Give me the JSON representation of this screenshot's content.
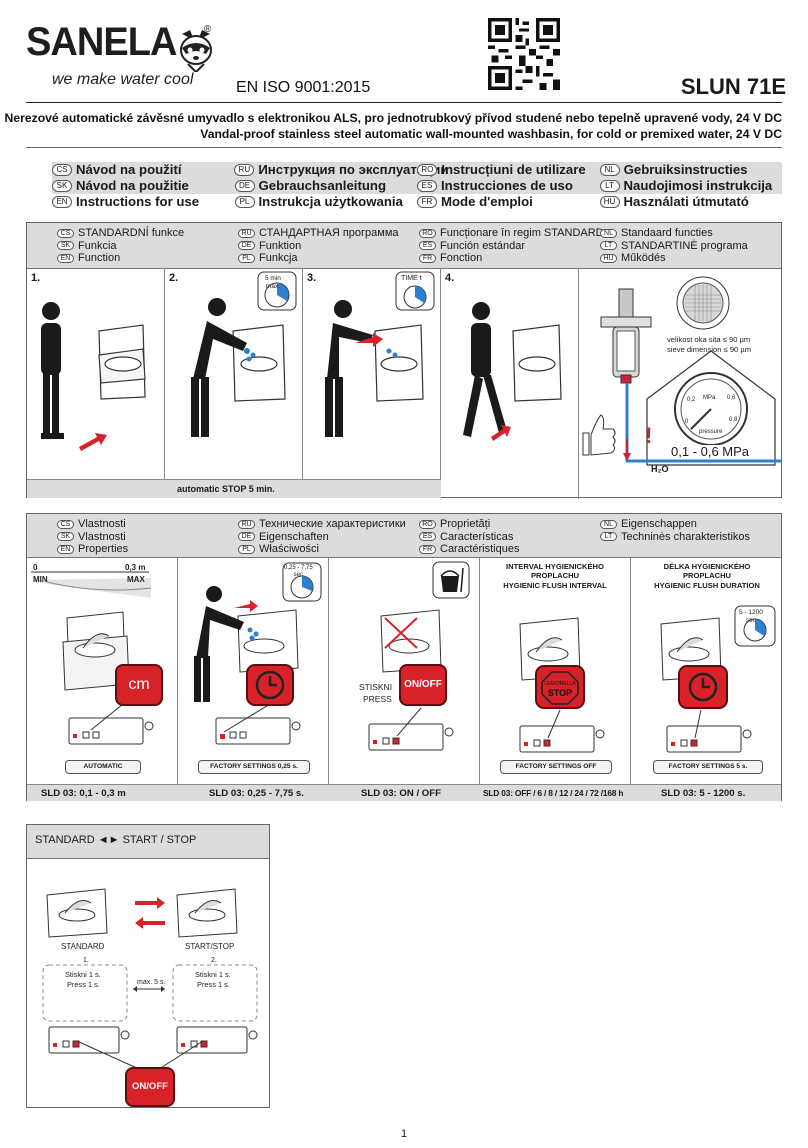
{
  "header": {
    "brand": "SANELA",
    "slogan": "we make water cool",
    "reg_mark": "®",
    "iso": "EN ISO 9001:2015",
    "model": "SLUN 71E",
    "subtitle_cs": "Nerezové automatické závěsné umyvadlo s elektronikou ALS, pro jednotrubkový přívod studené nebo tepelně upravené vody, 24 V DC",
    "subtitle_en": "Vandal-proof stainless steel automatic wall-mounted washbasin, for cold or premixed water, 24 V DC"
  },
  "languages": [
    [
      {
        "code": "CS",
        "label": "Návod na použití"
      },
      {
        "code": "RU",
        "label": "Инструкция по эксплуатации"
      },
      {
        "code": "RO",
        "label": "Instrucțiuni de utilizare"
      },
      {
        "code": "NL",
        "label": "Gebruiksinstructies"
      }
    ],
    [
      {
        "code": "SK",
        "label": "Návod na použitie"
      },
      {
        "code": "DE",
        "label": "Gebrauchsanleitung"
      },
      {
        "code": "ES",
        "label": "Instrucciones de uso"
      },
      {
        "code": "LT",
        "label": "Naudojimosi instrukcija"
      }
    ],
    [
      {
        "code": "EN",
        "label": "Instructions for use"
      },
      {
        "code": "PL",
        "label": "Instrukcja użytkowania"
      },
      {
        "code": "FR",
        "label": "Mode d'emploi"
      },
      {
        "code": "HU",
        "label": "Használati útmutató"
      }
    ]
  ],
  "function_section": {
    "headings": [
      [
        {
          "code": "CS",
          "label": "STANDARDNÍ funkce"
        },
        {
          "code": "RU",
          "label": "СТАНДАРТНАЯ программа"
        },
        {
          "code": "RO",
          "label": "Funcționare în regim STANDARD"
        },
        {
          "code": "NL",
          "label": "Standaard functies"
        }
      ],
      [
        {
          "code": "SK",
          "label": "Funkcia"
        },
        {
          "code": "DE",
          "label": "Funktion"
        },
        {
          "code": "ES",
          "label": "Función estándar"
        },
        {
          "code": "LT",
          "label": "STANDARTINĖ programa"
        }
      ],
      [
        {
          "code": "EN",
          "label": "Function"
        },
        {
          "code": "PL",
          "label": "Funkcja"
        },
        {
          "code": "FR",
          "label": "Fonction"
        },
        {
          "code": "HU",
          "label": "Működés"
        }
      ]
    ],
    "step_numbers": [
      "1.",
      "2.",
      "3.",
      "4."
    ],
    "timer_2": "5 min\nmax.",
    "timer_3": "TIME t",
    "auto_stop": "automatic STOP 5 min.",
    "sieve_cs": "velikost oka sita ≤ 90 µm",
    "sieve_en": "sieve dimension ≤ 90 µm",
    "pressure": "0,1 - 0,6 MPa",
    "gauge_unit": "MPa",
    "gauge_label": "pressure",
    "gauge_ticks": [
      "0",
      "0,6",
      "0,8",
      "0,2"
    ],
    "water": "H₂O",
    "warning": "!"
  },
  "properties_section": {
    "headings": [
      [
        {
          "code": "CS",
          "label": "Vlastnosti"
        },
        {
          "code": "RU",
          "label": "Технические характеристики"
        },
        {
          "code": "RO",
          "label": "Proprietăți"
        },
        {
          "code": "NL",
          "label": "Eigenschappen"
        }
      ],
      [
        {
          "code": "SK",
          "label": "Vlastnosti"
        },
        {
          "code": "DE",
          "label": "Eigenschaften"
        },
        {
          "code": "ES",
          "label": "Características"
        },
        {
          "code": "LT",
          "label": "Techninės charakteristikos"
        }
      ],
      [
        {
          "code": "EN",
          "label": "Properties"
        },
        {
          "code": "PL",
          "label": "Właściwości"
        },
        {
          "code": "FR",
          "label": "Caractéristiques"
        }
      ]
    ],
    "range_min_val": "0",
    "range_max_val": "0,3 m",
    "range_min": "MIN",
    "range_max": "MAX",
    "cm": "cm",
    "timer_p2": "0,25 - 7,75\nsec",
    "press_cs": "STISKNI",
    "press_en": "PRESS",
    "onoff": "ON/OFF",
    "interval_title": "INTERVAL HYGIENICKÉHO\nPROPLACHU\nHYGIENIC FLUSH INTERVAL",
    "duration_title": "DÉLKA HYGIENICKÉHO\nPROPLACHU\nHYGIENIC FLUSH DURATION",
    "timer_p5": "5 - 1200\nsec",
    "stop_small": "LEGIONELLA",
    "stop": "STOP",
    "tags": [
      "AUTOMATIC",
      "FACTORY SETTINGS 0,25 s.",
      "",
      "FACTORY SETTINGS OFF",
      "FACTORY SETTINGS 5 s."
    ],
    "sld": [
      "SLD 03: 0,1 - 0,3 m",
      "SLD 03: 0,25 - 7,75 s.",
      "SLD 03: ON / OFF",
      "SLD 03: OFF / 6 / 8 / 12 / 24 / 72 /168 h",
      "SLD 03:  5 - 1200 s."
    ]
  },
  "standard_section": {
    "title": "STANDARD ◄► START / STOP",
    "left_label": "STANDARD",
    "right_label": "START/STOP",
    "step1": "1.",
    "step2": "2.",
    "press_cs": "Stiskni 1 s.",
    "press_en": "Press 1 s.",
    "max": "max. 5 s.",
    "onoff": "ON/OFF"
  },
  "page_number": "1",
  "colors": {
    "red": "#d8222a",
    "blue": "#2f7fd0",
    "gray": "#dcdcdc"
  }
}
